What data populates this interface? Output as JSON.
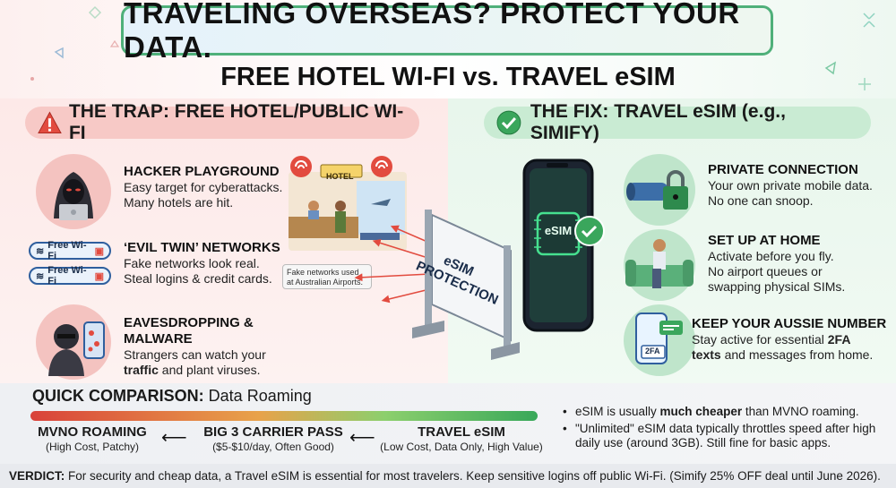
{
  "header": {
    "title": "TRAVELING OVERSEAS? PROTECT YOUR DATA.",
    "subtitle": "FREE HOTEL WI-FI vs. TRAVEL eSIM"
  },
  "trap": {
    "heading": "THE TRAP: FREE HOTEL/PUBLIC WI-FI",
    "items": [
      {
        "title": "HACKER PLAYGROUND",
        "lines": [
          "Easy target for cyberattacks.",
          "Many hotels are hit."
        ]
      },
      {
        "title": "‘EVIL TWIN’ NETWORKS",
        "lines": [
          "Fake networks look real.",
          "Steal logins & credit cards."
        ]
      },
      {
        "title": "EAVESDROPPING & MALWARE",
        "line1": "Strangers can watch your",
        "line2_bold": "traffic",
        "line2_rest": " and plant viruses."
      }
    ],
    "wifi_pill": "Free Wi-Fi",
    "hotel_sign": "HOTEL",
    "callout": "Fake networks used at Australian Airports."
  },
  "barrier": {
    "line1": "eSIM",
    "line2": "PROTECTION"
  },
  "phone": {
    "chip_label": "eSIM"
  },
  "fix": {
    "heading": "THE FIX: TRAVEL eSIM (e.g., SIMIFY)",
    "items": [
      {
        "title": "PRIVATE CONNECTION",
        "lines": [
          "Your own private mobile data.",
          "No one can snoop."
        ]
      },
      {
        "title": "SET UP AT HOME",
        "lines": [
          "Activate before you fly.",
          "No airport queues or",
          "swapping physical SIMs."
        ]
      },
      {
        "title": "KEEP YOUR AUSSIE NUMBER",
        "line1": "Stay active for essential ",
        "line1_bold": "2FA",
        "line2_bold": "texts",
        "line2_rest": " and messages from home."
      }
    ],
    "twofa_label": "2FA"
  },
  "comparison": {
    "title_bold": "QUICK COMPARISON:",
    "title_rest": " Data Roaming",
    "tiers": [
      {
        "name": "MVNO ROAMING",
        "sub": "(High Cost, Patchy)"
      },
      {
        "name": "BIG 3 CARRIER PASS",
        "sub": "($5-$10/day, Often Good)"
      },
      {
        "name": "TRAVEL eSIM",
        "sub": "(Low Cost, Data Only, High Value)"
      }
    ],
    "arrow": "⟵",
    "bullet1_pre": "eSIM is usually ",
    "bullet1_bold": "much cheaper",
    "bullet1_post": " than MVNO roaming.",
    "bullet2": "\"Unlimited\" eSIM data typically throttles speed after high daily use (around 3GB). Still fine for basic apps."
  },
  "verdict": {
    "label": "VERDICT:",
    "text": " For security and cheap data, a Travel eSIM is essential for most travelers. Keep sensitive logins off public Wi-Fi. (Simify 25% OFF deal until June 2026)."
  },
  "colors": {
    "trap": "#e24b3f",
    "fix": "#3aa65c",
    "accent_blue": "#2f5f9e"
  }
}
